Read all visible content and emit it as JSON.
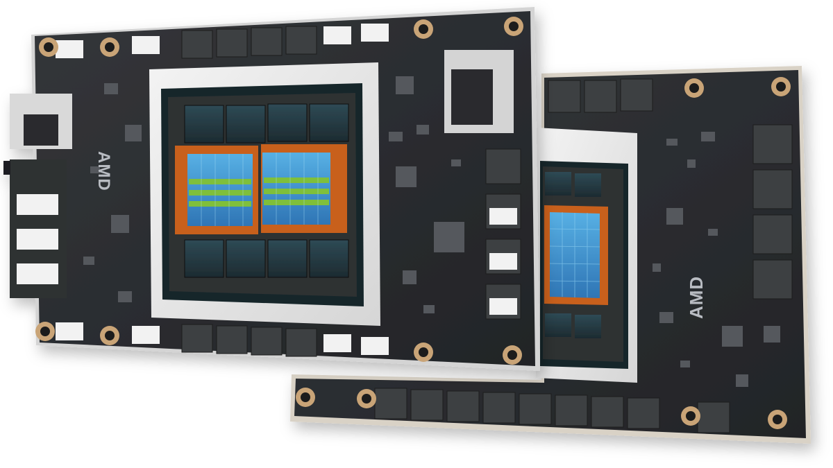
{
  "scene": {
    "subject": "two-accelerator-modules",
    "colors": {
      "background": "#ffffff",
      "pcb": "#2b2d30",
      "pcb_edge": "#cfcfcf",
      "heat_spreader_frame": "#e9e9e9",
      "substrate": "#16282c",
      "die_dark": "#3a3c3f",
      "compute_orange": "#c8601f",
      "compute_blue": "#3a8fc9",
      "compute_green": "#7fbf3a",
      "mounting_hole_copper": "#c9a477"
    }
  },
  "front_module": {
    "logo": "AMD"
  },
  "rear_module": {
    "logo": "AMD"
  }
}
